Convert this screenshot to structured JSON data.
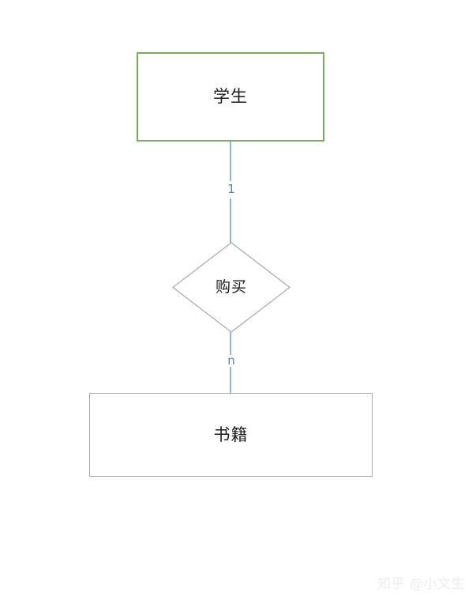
{
  "diagram": {
    "type": "er-diagram",
    "background_color": "#ffffff",
    "entities": [
      {
        "id": "student",
        "label": "学生",
        "shape": "rectangle",
        "border_color": "#7cab5b"
      },
      {
        "id": "book",
        "label": "书籍",
        "shape": "rectangle",
        "border_color": "#a9a9a9"
      }
    ],
    "relationship": {
      "id": "purchase",
      "label": "购买",
      "shape": "diamond",
      "border_color": "#a9a9a9"
    },
    "connectors": {
      "line_color": "#8cb5e2",
      "label_color": "#5b87b5",
      "student_side_cardinality": "1",
      "book_side_cardinality": "n"
    }
  },
  "watermark": {
    "site": "知乎",
    "handle": "@小文生",
    "color": "#ededed"
  }
}
